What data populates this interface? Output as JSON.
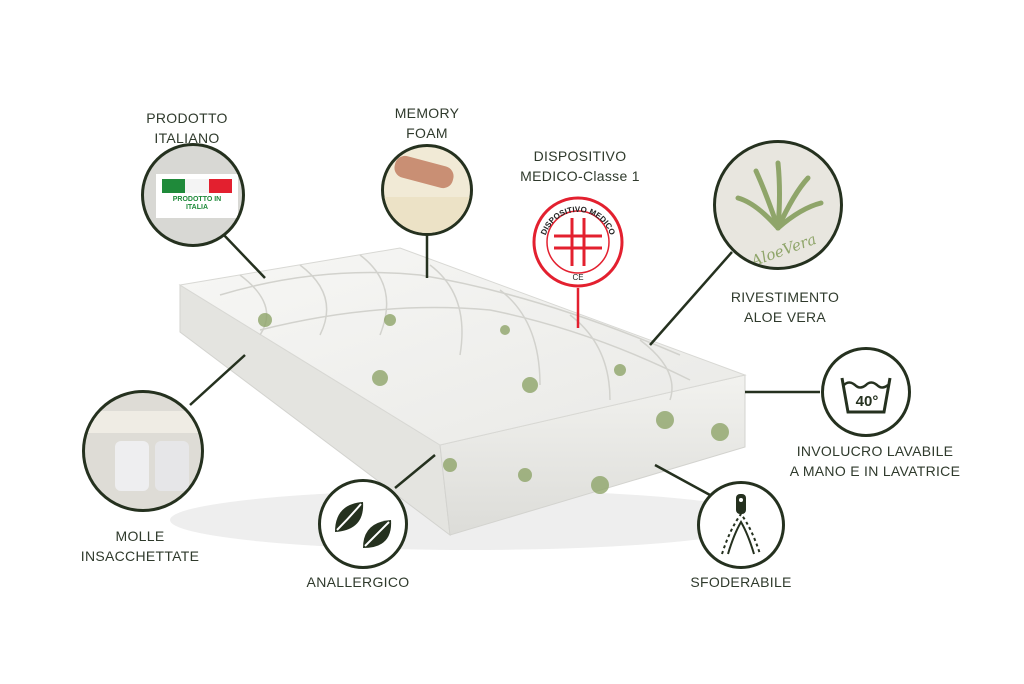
{
  "labels": {
    "prodotto_italiano": [
      "PRODOTTO",
      "ITALIANO"
    ],
    "memory_foam": [
      "MEMORY",
      "FOAM"
    ],
    "dispositivo_medico": [
      "DISPOSITIVO",
      "MEDICO-Classe 1"
    ],
    "rivestimento": [
      "RIVESTIMENTO",
      "ALOE VERA"
    ],
    "involucro": [
      "INVOLUCRO LAVABILE",
      "A MANO E IN LAVATRICE"
    ],
    "sfoderabile": "SFODERABILE",
    "anallergico": "ANALLERGICO",
    "molle": [
      "MOLLE",
      "INSACCHETTATE"
    ]
  },
  "tag": {
    "text": [
      "PRODOTTO IN",
      "ITALIA"
    ]
  },
  "medical_badge": {
    "ring_text": "DISPOSITIVO MEDICO",
    "mark": "CE"
  },
  "aloe_text": "AloeVera",
  "wash_temp": "40°",
  "colors": {
    "ink": "#25311f",
    "red": "#e3202f",
    "aloe": "#8fa56a"
  }
}
